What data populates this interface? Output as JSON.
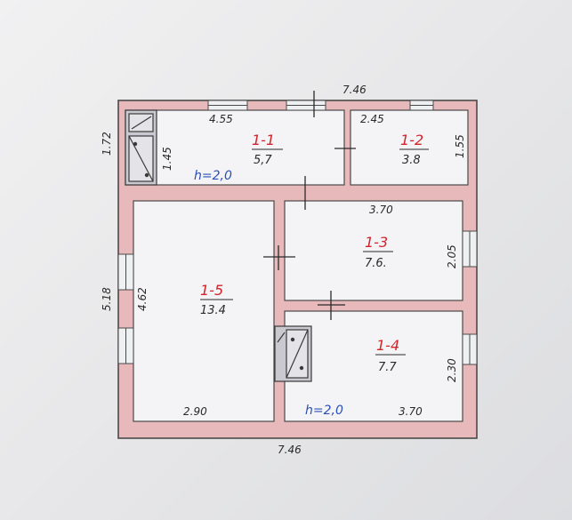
{
  "plan": {
    "overall_width_top": "7.46",
    "overall_width_bottom": "7.46",
    "overall_height_left_top": "1.72",
    "overall_height_left_bottom": "5.18",
    "colors": {
      "wall_fill": "#e7b9bb",
      "wall_line": "#4a4a4a",
      "room_fill": "#f4f4f6",
      "room_number": "#d2242c",
      "height_text": "#2b4fb6",
      "stove_fill": "#c9c9cf"
    },
    "rooms": [
      {
        "number": "1-1",
        "area": "5,7",
        "dims": {
          "top": "4.55",
          "left": "1.45"
        },
        "height_note": "h=2,0"
      },
      {
        "number": "1-2",
        "area": "3.8",
        "dims": {
          "top": "2.45",
          "right": "1.55"
        }
      },
      {
        "number": "1-3",
        "area": "7.6.",
        "dims": {
          "top": "3.70",
          "right": "2.05"
        }
      },
      {
        "number": "1-4",
        "area": "7.7",
        "dims": {
          "bottom": "3.70",
          "right": "2.30"
        },
        "height_note": "h=2,0"
      },
      {
        "number": "1-5",
        "area": "13.4",
        "dims": {
          "bottom": "2.90",
          "left": "4.62"
        }
      }
    ]
  }
}
